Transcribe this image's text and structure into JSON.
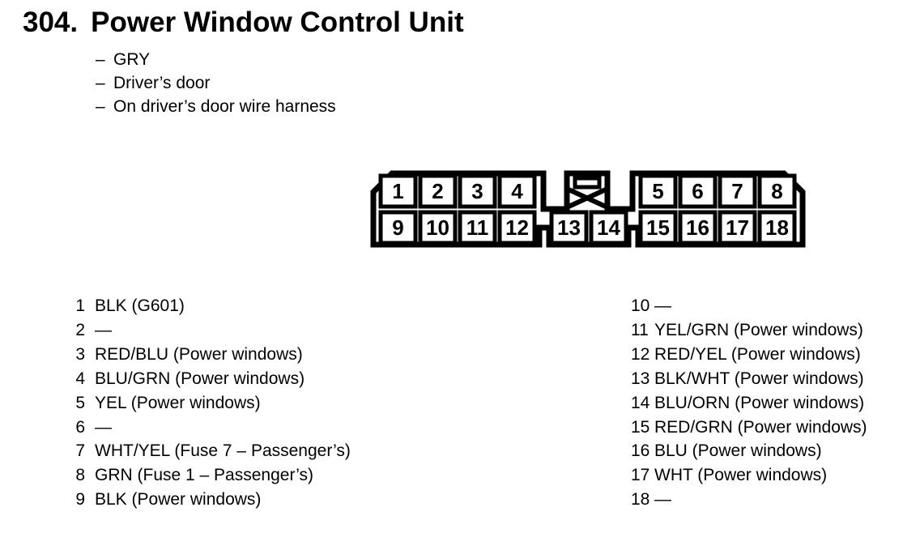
{
  "page": {
    "number_label": "304.",
    "title": "Power Window Control Unit",
    "bullet_dash": "–",
    "bullets": [
      "GRY",
      "Driver’s door",
      "On driver’s door wire harness"
    ]
  },
  "connector": {
    "top_row_left": [
      "1",
      "2",
      "3",
      "4"
    ],
    "top_row_right": [
      "5",
      "6",
      "7",
      "8"
    ],
    "bottom_row": [
      "9",
      "10",
      "11",
      "12",
      "13",
      "14",
      "15",
      "16",
      "17",
      "18"
    ]
  },
  "pins": {
    "left": [
      {
        "num": "1",
        "desc": "BLK (G601)"
      },
      {
        "num": "2",
        "desc": "—"
      },
      {
        "num": "3",
        "desc": "RED/BLU (Power windows)"
      },
      {
        "num": "4",
        "desc": "BLU/GRN (Power windows)"
      },
      {
        "num": "5",
        "desc": "YEL (Power windows)"
      },
      {
        "num": "6",
        "desc": "—"
      },
      {
        "num": "7",
        "desc": "WHT/YEL (Fuse 7 – Passenger’s)"
      },
      {
        "num": "8",
        "desc": "GRN (Fuse 1 – Passenger’s)"
      },
      {
        "num": "9",
        "desc": "BLK (Power windows)"
      }
    ],
    "right": [
      {
        "num": "10",
        "desc": "—"
      },
      {
        "num": "11",
        "desc": "YEL/GRN (Power windows)"
      },
      {
        "num": "12",
        "desc": "RED/YEL (Power windows)"
      },
      {
        "num": "13",
        "desc": "BLK/WHT (Power windows)"
      },
      {
        "num": "14",
        "desc": "BLU/ORN (Power windows)"
      },
      {
        "num": "15",
        "desc": "RED/GRN (Power windows)"
      },
      {
        "num": "16",
        "desc": "BLU (Power windows)"
      },
      {
        "num": "17",
        "desc": "WHT (Power windows)"
      },
      {
        "num": "18",
        "desc": "—"
      }
    ]
  },
  "colors": {
    "ink": "#000000",
    "paper": "#ffffff"
  }
}
